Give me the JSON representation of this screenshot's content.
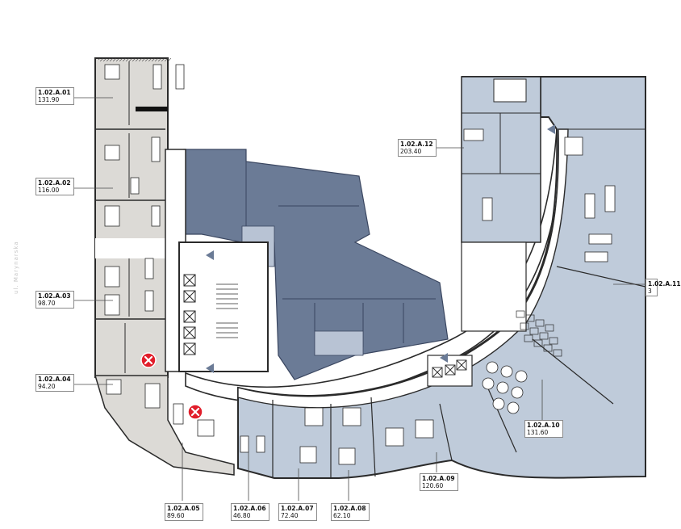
{
  "units": [
    {
      "id": "1.02.A.01",
      "area": "131.90",
      "style": "light"
    },
    {
      "id": "1.02.A.02",
      "area": "116.00",
      "style": "light"
    },
    {
      "id": "1.02.A.03",
      "area": "98.70",
      "style": "light"
    },
    {
      "id": "1.02.A.04",
      "area": "94.20",
      "style": "light"
    },
    {
      "id": "1.02.A.05",
      "area": "89.60",
      "style": "light"
    },
    {
      "id": "1.02.A.06",
      "area": "46.80",
      "style": "blue"
    },
    {
      "id": "1.02.A.07",
      "area": "72.40",
      "style": "blue"
    },
    {
      "id": "1.02.A.08",
      "area": "62.10",
      "style": "blue"
    },
    {
      "id": "1.02.A.09",
      "area": "120.60",
      "style": "blue"
    },
    {
      "id": "1.02.A.10",
      "area": "131.60",
      "style": "blue"
    },
    {
      "id": "1.02.A.11",
      "area": "3",
      "style": "blue"
    },
    {
      "id": "1.02.A.12",
      "area": "203.40",
      "style": "blue"
    }
  ],
  "side_text": "ul. Marynarska",
  "colors": {
    "light_unit": "#dcdad6",
    "blue_unit": "#bfcbda",
    "dark_core": "#6b7b96",
    "wall": "#2a2a2a",
    "marker_red": "#e11d2a"
  },
  "markers": [
    {
      "name": "unavailable-marker-1",
      "icon": "red-x-circle-icon"
    },
    {
      "name": "unavailable-marker-2",
      "icon": "red-x-circle-icon"
    }
  ]
}
